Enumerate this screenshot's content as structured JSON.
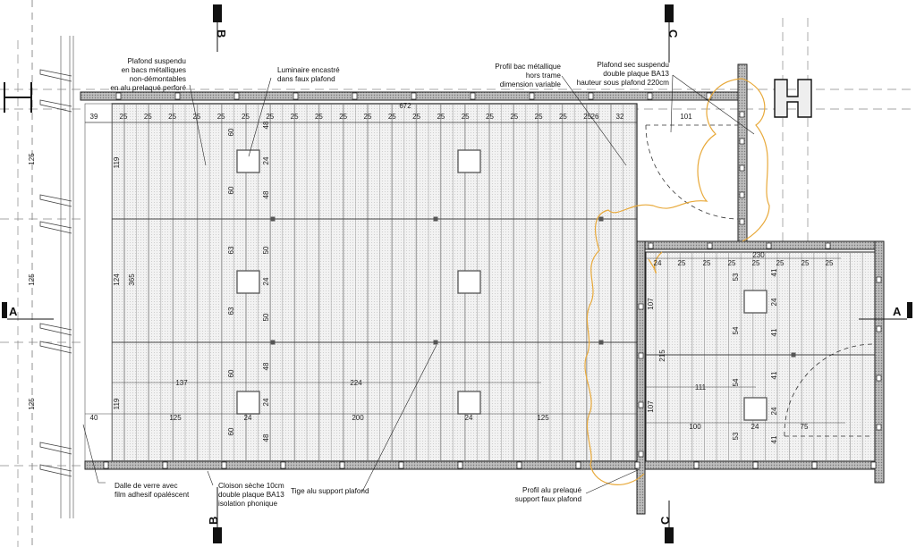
{
  "annotations": {
    "plafond_suspendu": [
      "Plafond suspendu",
      "en bacs métalliques",
      "non-démontables",
      "en alu prelaqué perforé"
    ],
    "luminaire": [
      "Luminaire encastré",
      "dans faux plafond"
    ],
    "profil_bac": [
      "Profil bac métallique",
      "hors trame",
      "dimension variable"
    ],
    "plafond_sec": [
      "Plafond sec suspendu",
      "double plaque BA13",
      "hauteur sous plafond 220cm"
    ],
    "dalle_verre": [
      "Dalle de verre avec",
      "film adhesif opaléscent"
    ],
    "cloison": [
      "Cloison sèche 10cm",
      "double plaque BA13",
      "isolation phonique"
    ],
    "tige": [
      "Tige alu support plafond"
    ],
    "profil_alu": [
      "Profil alu prelaqué",
      "support faux plafond"
    ]
  },
  "section_marks": {
    "a": "A",
    "b": "B",
    "c": "C"
  },
  "dimensions": {
    "top_row": [
      "39",
      "25",
      "25",
      "25",
      "25",
      "25",
      "25",
      "25",
      "25",
      "25",
      "25",
      "25",
      "25",
      "25",
      "25",
      "25",
      "25",
      "25",
      "25",
      "25",
      "25",
      "26",
      "32",
      "101"
    ],
    "overall_width": "672",
    "right_room_row": [
      "24",
      "25",
      "25",
      "25",
      "25",
      "25",
      "25",
      "25"
    ],
    "right_room_width": "230",
    "left_axis": [
      "125",
      "125",
      "125"
    ],
    "left_room_heights": [
      "119",
      "124",
      "119"
    ],
    "left_room_total": "365",
    "luminaire_column_a": [
      "60",
      "60",
      "63",
      "63",
      "60",
      "60"
    ],
    "luminaire_column_b": [
      "48",
      "24",
      "48",
      "50",
      "24",
      "50",
      "48",
      "24",
      "48"
    ],
    "lower_row_1": [
      "137",
      "224"
    ],
    "lower_row_2": [
      "40",
      "125",
      "24",
      "200",
      "24",
      "125"
    ],
    "right_room_col_a": [
      "53",
      "54",
      "54",
      "53"
    ],
    "right_room_col_b": [
      "41",
      "24",
      "41",
      "41",
      "24",
      "41"
    ],
    "right_room_left": [
      "107",
      "215",
      "107"
    ],
    "right_room_row_1": [
      "111"
    ],
    "right_room_row_2": [
      "100",
      "24",
      "75"
    ]
  },
  "colors": {
    "line": "#222222",
    "hatch": "#9a9a9a",
    "plant": "#e8a93a",
    "ceiling_fill": "#ececec"
  }
}
